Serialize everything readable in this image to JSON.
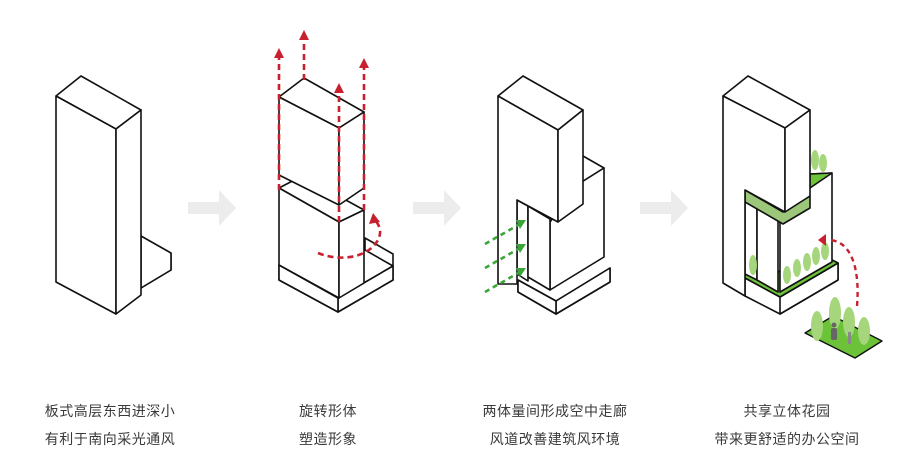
{
  "colors": {
    "line": "#111111",
    "red_arrow": "#c8202f",
    "green_arrow": "#3aa63a",
    "green_fill": "#6cc33a",
    "green_band": "#9cc77a",
    "tree": "#a6d67c",
    "figure": "#666666",
    "step_arrow": "#ececec"
  },
  "steps": [
    {
      "line1": "板式高层东西进深小",
      "line2": "有利于南向采光通风"
    },
    {
      "line1": "旋转形体",
      "line2": "塑造形象"
    },
    {
      "line1": "两体量间形成空中走廊",
      "line2": "风道改善建筑风环境"
    },
    {
      "line1": "共享立体花园",
      "line2": "带来更舒适的办公空间"
    }
  ]
}
